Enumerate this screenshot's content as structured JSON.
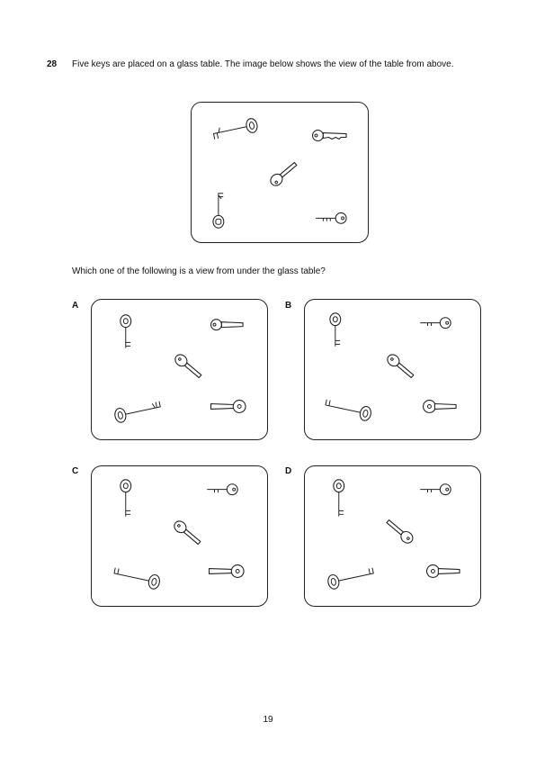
{
  "question": {
    "number": "28",
    "text": "Five keys are placed on a glass table. The image below shows the view of the table from above.",
    "prompt": "Which one of the following is a view from under the glass table?"
  },
  "options": [
    {
      "label": "A"
    },
    {
      "label": "B"
    },
    {
      "label": "C"
    },
    {
      "label": "D"
    }
  ],
  "page_number": "19"
}
